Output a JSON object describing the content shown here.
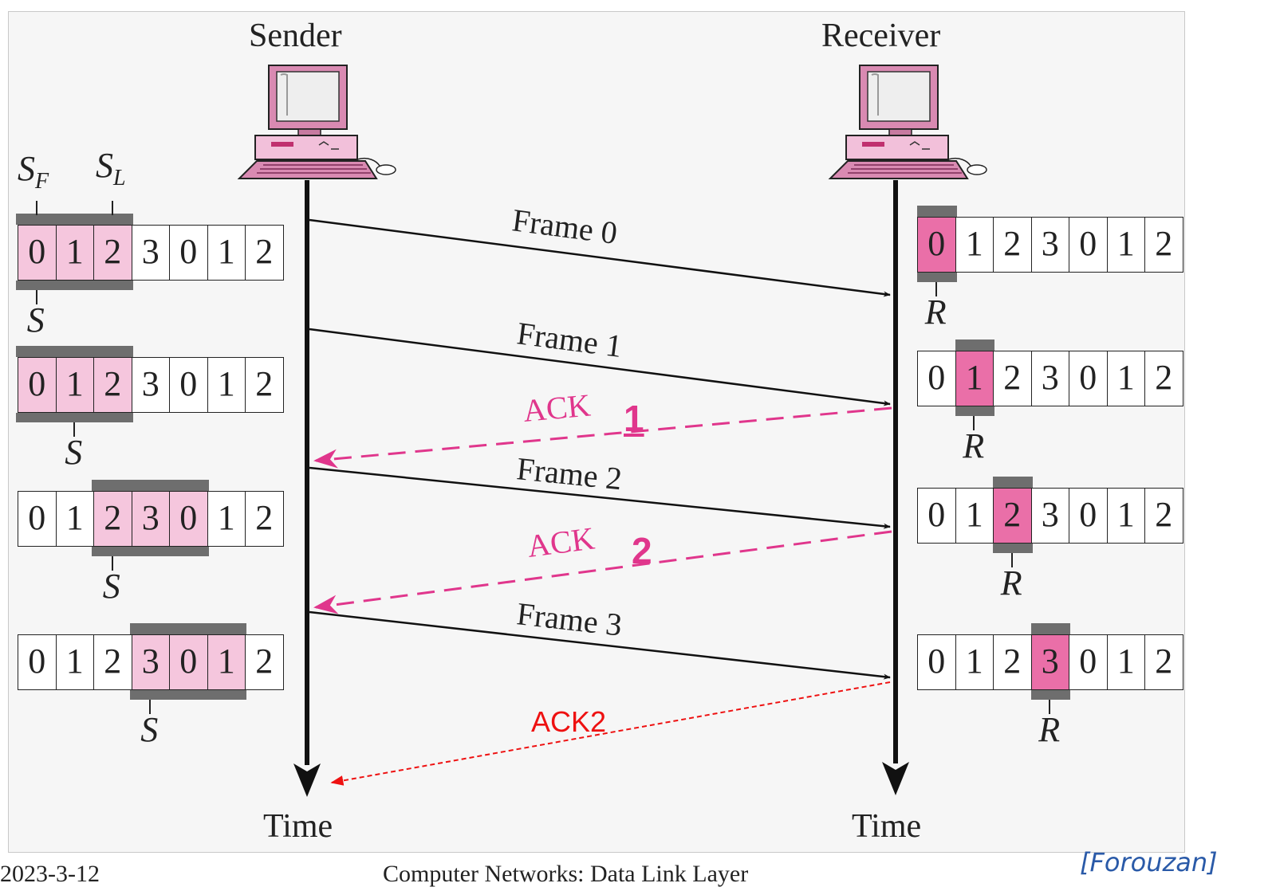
{
  "hosts": {
    "sender": "Sender",
    "receiver": "Receiver"
  },
  "time_labels": {
    "sender": "Time",
    "receiver": "Time"
  },
  "window_labels": {
    "sf": "S",
    "sf_sub": "F",
    "sl": "S",
    "sl_sub": "L",
    "s": "S",
    "r": "R"
  },
  "sequence": [
    "0",
    "1",
    "2",
    "3",
    "0",
    "1",
    "2"
  ],
  "sender_windows": [
    {
      "start": 0,
      "end": 2,
      "s": 0,
      "show_sf_sl": true
    },
    {
      "start": 0,
      "end": 2,
      "s": 1
    },
    {
      "start": 2,
      "end": 4,
      "s": 2
    },
    {
      "start": 3,
      "end": 5,
      "s": 3
    }
  ],
  "receiver_windows": [
    {
      "r": 0
    },
    {
      "r": 1
    },
    {
      "r": 2
    },
    {
      "r": 3
    }
  ],
  "frames": [
    "Frame 0",
    "Frame 1",
    "Frame 2",
    "Frame 3"
  ],
  "acks": [
    {
      "text": "ACK",
      "num": "1"
    },
    {
      "text": "ACK",
      "num": "2"
    }
  ],
  "ack_final": "ACK2",
  "credit": "[Forouzan]",
  "footer": {
    "left": "2023-3-12",
    "center": "Computer Networks: Data Link Layer"
  },
  "colors": {
    "highlight": "#f5c6dd",
    "current": "#ea6fa8",
    "ack": "#e0368c",
    "ack_red": "#ee1111",
    "bar": "#6e6e6e"
  }
}
